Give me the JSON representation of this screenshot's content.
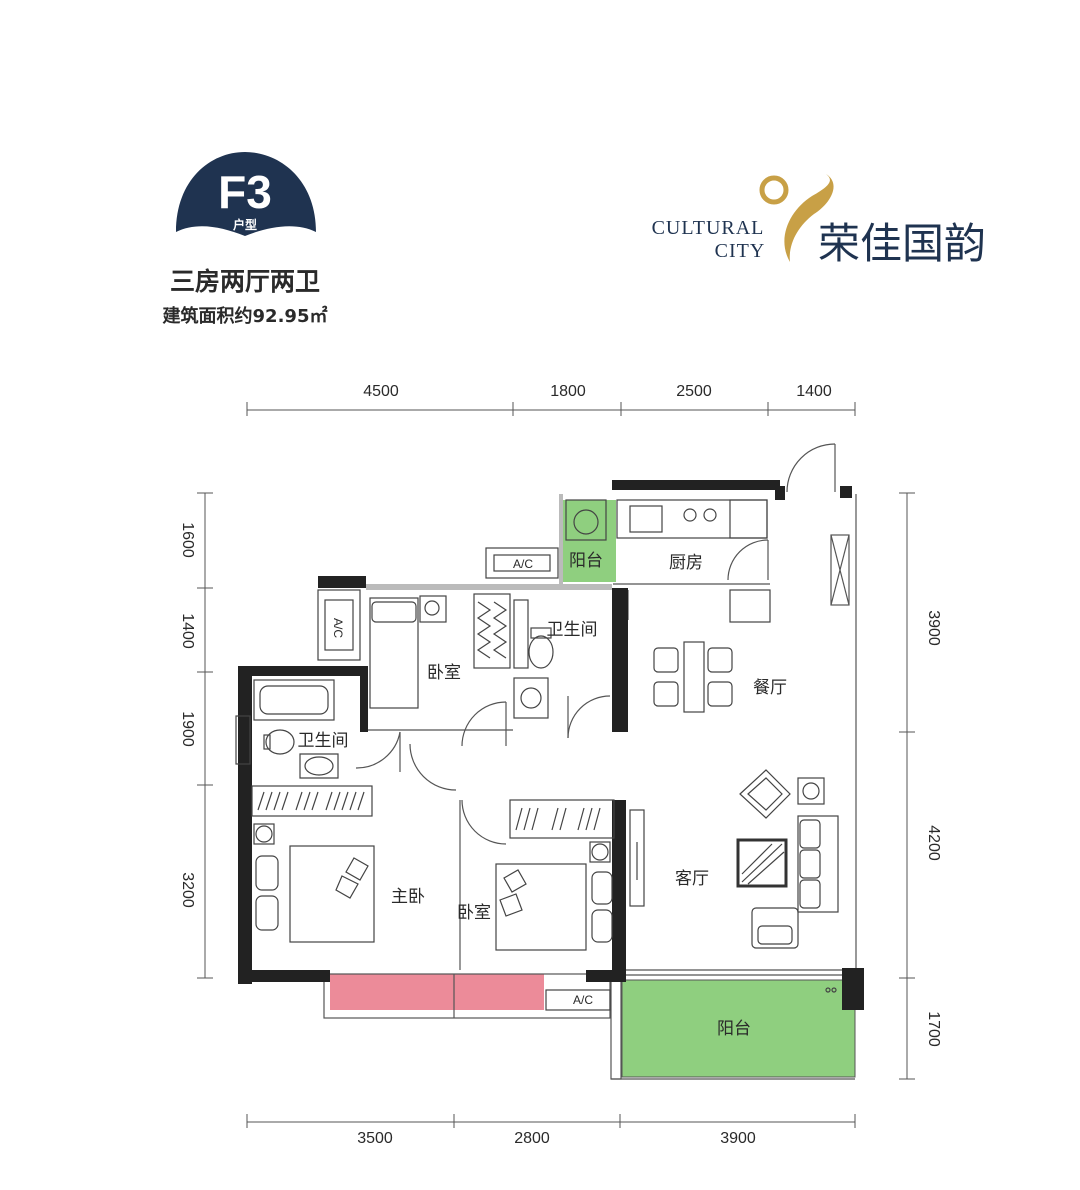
{
  "badge": {
    "code": "F3",
    "sub": "户型"
  },
  "layout_title": "三房两厅两卫",
  "area_text": "建筑面积约92.95㎡",
  "brand": {
    "en_line1": "CULTURAL",
    "en_line2": "CITY",
    "cn": "荣佳国韵"
  },
  "dimensions": {
    "top": [
      "4500",
      "1800",
      "2500",
      "1400"
    ],
    "bottom": [
      "3500",
      "2800",
      "3900"
    ],
    "left": [
      "1600",
      "1400",
      "1900",
      "3200"
    ],
    "right": [
      "3900",
      "4200",
      "1700"
    ]
  },
  "rooms": {
    "balcony_small": "阳台",
    "kitchen": "厨房",
    "bath_center": "卫生间",
    "bedroom_top": "卧室",
    "dining": "餐厅",
    "bath_left": "卫生间",
    "master": "主卧",
    "bedroom_center": "卧室",
    "living": "客厅",
    "balcony_big": "阳台"
  },
  "ac_labels": [
    "A/C",
    "A/C",
    "A/C"
  ],
  "colors": {
    "badge": "#1f3350",
    "text_dark": "#2a2a2a",
    "wall": "#222222",
    "balcony_green": "#8fcf7f",
    "bay_pink": "#ec8b99",
    "gold": "#c8a046",
    "navy": "#1f3350"
  }
}
